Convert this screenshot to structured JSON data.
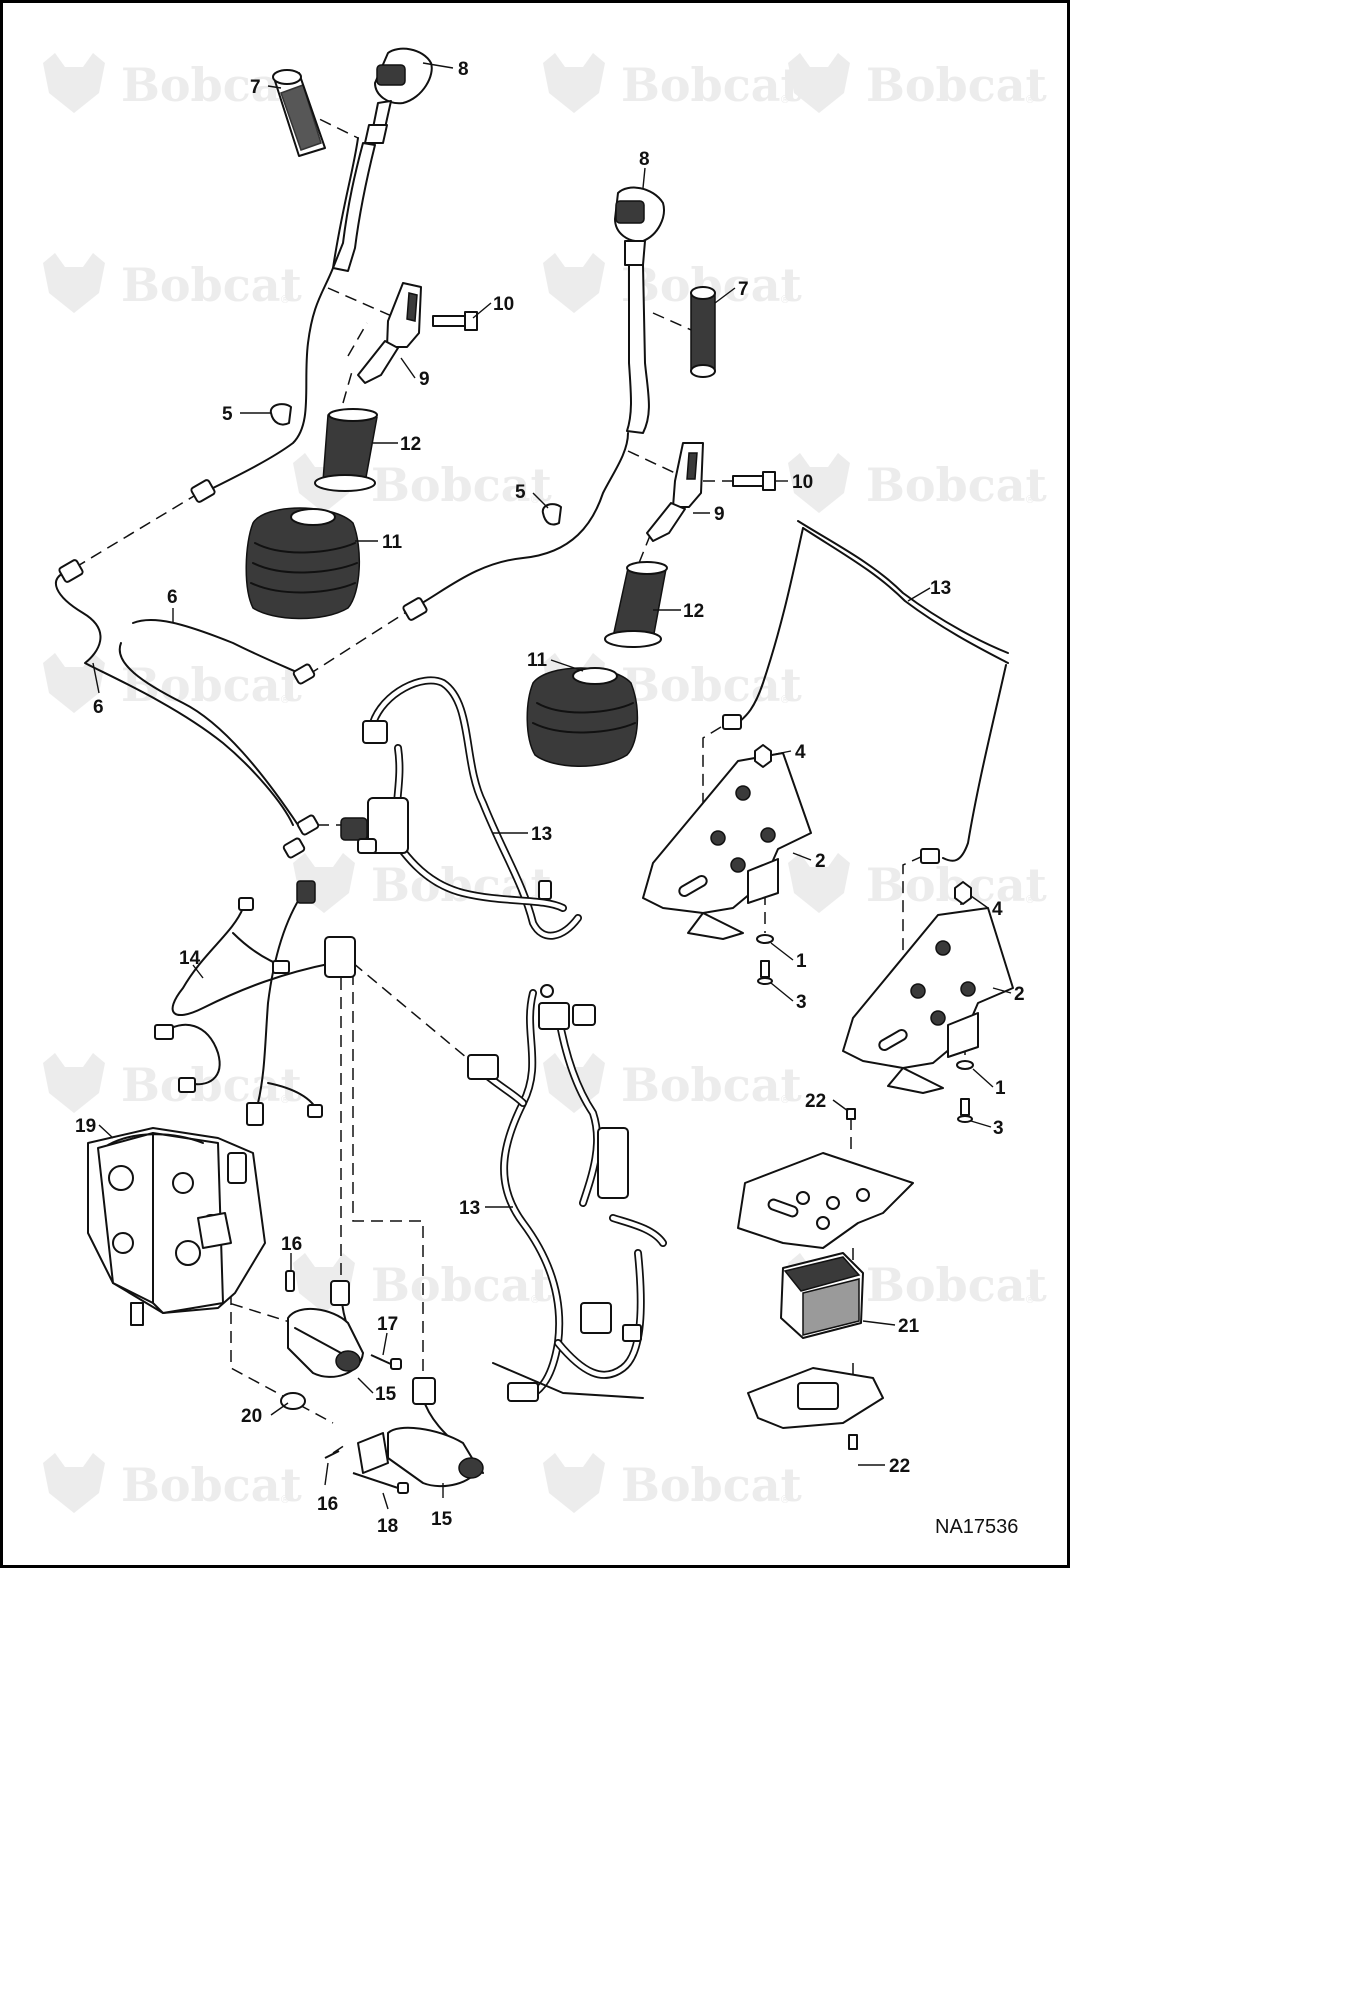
{
  "figure": {
    "code": "NA17536"
  },
  "watermark": {
    "brand": "Bobcat",
    "mark": "®"
  },
  "callouts": [
    {
      "id": "c1",
      "label": "7"
    },
    {
      "id": "c2",
      "label": "8"
    },
    {
      "id": "c3",
      "label": "8"
    },
    {
      "id": "c4",
      "label": "7"
    },
    {
      "id": "c5",
      "label": "10"
    },
    {
      "id": "c6",
      "label": "9"
    },
    {
      "id": "c7",
      "label": "5"
    },
    {
      "id": "c8",
      "label": "12"
    },
    {
      "id": "c9",
      "label": "5"
    },
    {
      "id": "c10",
      "label": "10"
    },
    {
      "id": "c11",
      "label": "11"
    },
    {
      "id": "c12",
      "label": "9"
    },
    {
      "id": "c13",
      "label": "13"
    },
    {
      "id": "c14",
      "label": "6"
    },
    {
      "id": "c15",
      "label": "12"
    },
    {
      "id": "c16",
      "label": "11"
    },
    {
      "id": "c17",
      "label": "6"
    },
    {
      "id": "c18",
      "label": "4"
    },
    {
      "id": "c19",
      "label": "13"
    },
    {
      "id": "c20",
      "label": "2"
    },
    {
      "id": "c21",
      "label": "4"
    },
    {
      "id": "c22",
      "label": "1"
    },
    {
      "id": "c23",
      "label": "14"
    },
    {
      "id": "c24",
      "label": "3"
    },
    {
      "id": "c25",
      "label": "2"
    },
    {
      "id": "c26",
      "label": "1"
    },
    {
      "id": "c27",
      "label": "22"
    },
    {
      "id": "c28",
      "label": "3"
    },
    {
      "id": "c29",
      "label": "19"
    },
    {
      "id": "c30",
      "label": "13"
    },
    {
      "id": "c31",
      "label": "16"
    },
    {
      "id": "c32",
      "label": "21"
    },
    {
      "id": "c33",
      "label": "17"
    },
    {
      "id": "c34",
      "label": "15"
    },
    {
      "id": "c35",
      "label": "20"
    },
    {
      "id": "c36",
      "label": "22"
    },
    {
      "id": "c37",
      "label": "16"
    },
    {
      "id": "c38",
      "label": "15"
    },
    {
      "id": "c39",
      "label": "18"
    }
  ]
}
